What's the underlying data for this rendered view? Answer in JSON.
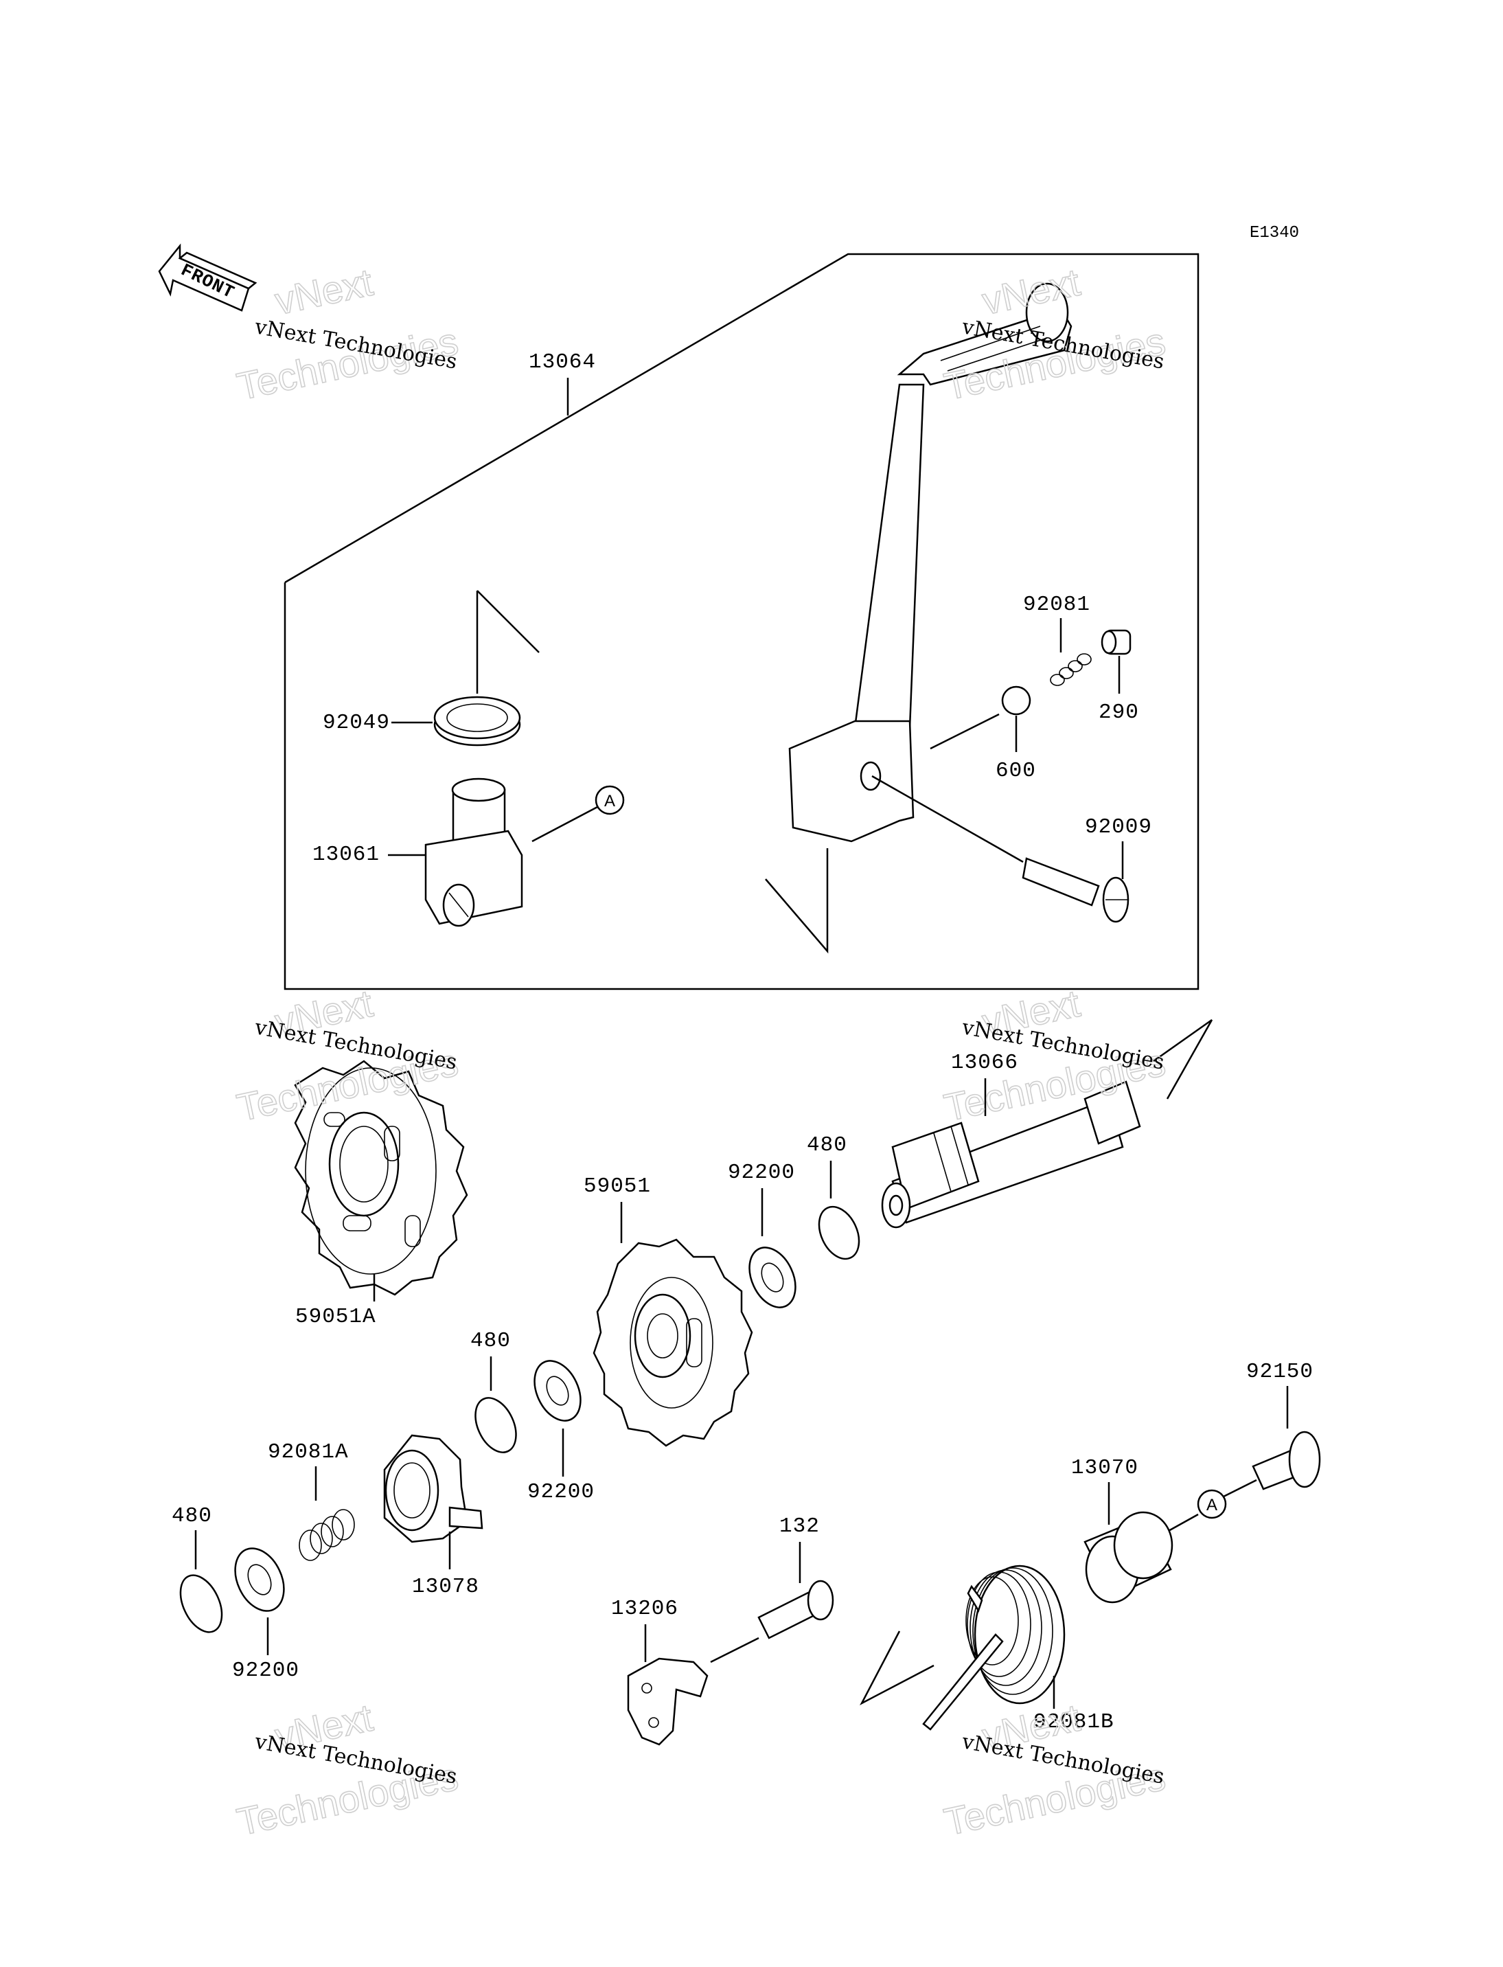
{
  "diagram_code": "E1340",
  "front_arrow_label": "FRONT",
  "callout_letter": "A",
  "watermark": {
    "line1": "vNext",
    "line2": "vNext Technologies",
    "line3": "Technologies"
  },
  "parts": {
    "p13064": "13064",
    "p92081": "92081",
    "p290": "290",
    "p92049": "92049",
    "p600": "600",
    "p13061": "13061",
    "p92009": "92009",
    "p13066": "13066",
    "p480_top": "480",
    "p92200_top": "92200",
    "p59051": "59051",
    "p59051A": "59051A",
    "p480_mid": "480",
    "p92081A": "92081A",
    "p92200_mid": "92200",
    "p92150": "92150",
    "p13070": "13070",
    "p480_bot": "480",
    "p13078": "13078",
    "p132": "132",
    "p13206": "13206",
    "p92200_bot": "92200",
    "p92081B": "92081B"
  }
}
